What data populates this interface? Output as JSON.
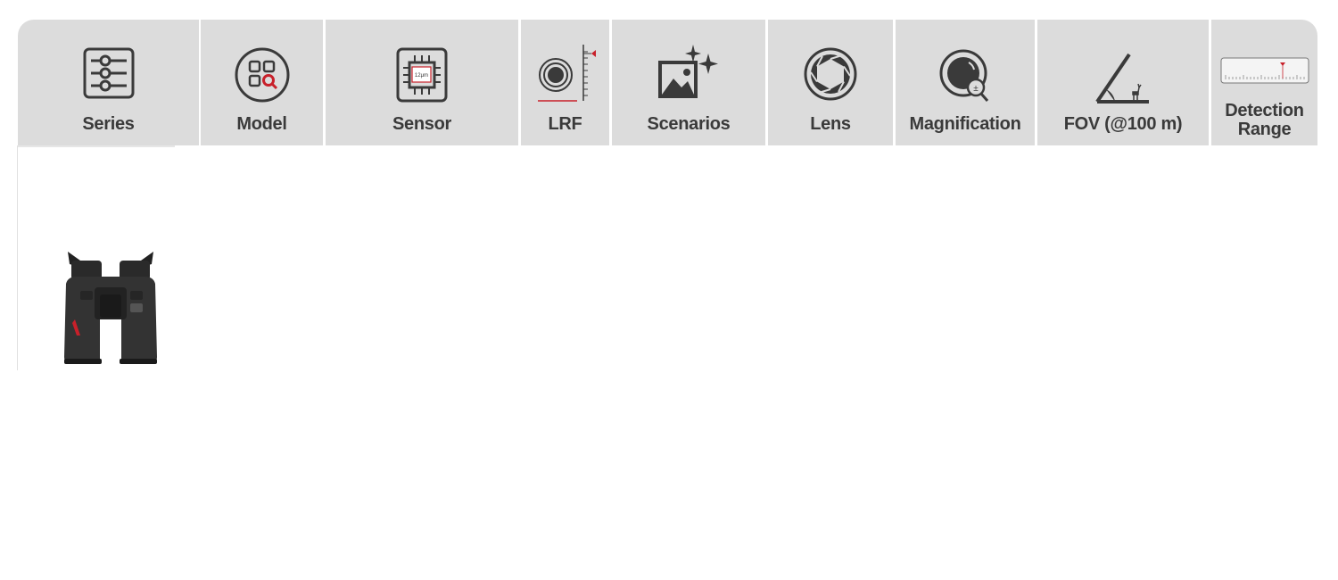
{
  "header": {
    "columns": [
      {
        "label": "Series",
        "icon": "sliders-icon"
      },
      {
        "label": "Model",
        "icon": "model-search-icon"
      },
      {
        "label": "Sensor",
        "icon": "chip-icon",
        "chip_text": "12μm"
      },
      {
        "label": "LRF",
        "icon": "rangefinder-icon"
      },
      {
        "label": "Scenarios",
        "icon": "image-sparkle-icon"
      },
      {
        "label": "Lens",
        "icon": "aperture-icon"
      },
      {
        "label": "Magnification",
        "icon": "magnify-lens-icon"
      },
      {
        "label": "FOV (@100 m)",
        "icon": "fov-angle-icon"
      },
      {
        "label_line1": "Detection",
        "label_line2": "Range",
        "icon": "ruler-icon"
      }
    ]
  },
  "product": {
    "image": "thermal-binocular"
  },
  "colors": {
    "header_bg": "#dcdcdc",
    "icon": "#3a3a3a",
    "accent": "#c8202a"
  }
}
